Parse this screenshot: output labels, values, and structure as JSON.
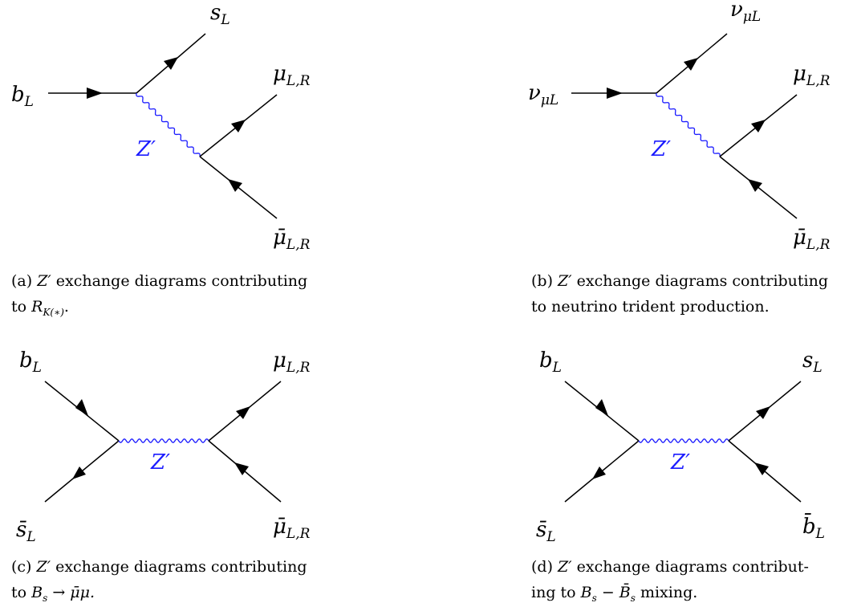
{
  "panels": [
    {
      "id": "a",
      "caption_prefix": "(a)",
      "caption_text_1": "exchange diagrams contributing",
      "caption_text_2": "to",
      "boson": "Z′",
      "labels": {
        "in_left": "b",
        "in_left_sub": "L",
        "out_top": "s",
        "out_top_sub": "L",
        "out_mid": "μ",
        "out_mid_sub": "L,R",
        "out_bottom": "μ̄",
        "out_bottom_sub": "L,R"
      },
      "caption_math": "R",
      "caption_math_sub": "K(∗)",
      "caption_end": "."
    },
    {
      "id": "b",
      "caption_prefix": "(b)",
      "caption_text_1": "exchange diagrams contributing",
      "caption_text_2": "to neutrino trident production.",
      "boson": "Z′",
      "labels": {
        "in_left": "ν",
        "in_left_sub": "μL",
        "out_top": "ν",
        "out_top_sub": "μL",
        "out_mid": "μ",
        "out_mid_sub": "L,R",
        "out_bottom": "μ̄",
        "out_bottom_sub": "L,R"
      }
    },
    {
      "id": "c",
      "caption_prefix": "(c)",
      "caption_text_1": "exchange diagrams contributing",
      "caption_text_2": "to",
      "caption_math": "B",
      "caption_math_sub": "s",
      "caption_math_rest": "→ μ̄μ.",
      "boson": "Z′",
      "labels": {
        "in_top": "b",
        "in_top_sub": "L",
        "in_bottom": "s̄",
        "in_bottom_sub": "L",
        "out_top": "μ",
        "out_top_sub": "L,R",
        "out_bottom": "μ̄",
        "out_bottom_sub": "L,R"
      }
    },
    {
      "id": "d",
      "caption_prefix": "(d)",
      "caption_text_1": "exchange diagrams contribut-",
      "caption_text_2": "ing to",
      "caption_math": "B",
      "caption_math_sub": "s",
      "caption_math_mid": " − B̄",
      "caption_math_sub2": "s",
      "caption_end": " mixing.",
      "boson": "Z′",
      "labels": {
        "in_top": "b",
        "in_top_sub": "L",
        "in_bottom": "s̄",
        "in_bottom_sub": "L",
        "out_top": "s",
        "out_top_sub": "L",
        "out_bottom": "b̄",
        "out_bottom_sub": "L"
      }
    }
  ]
}
